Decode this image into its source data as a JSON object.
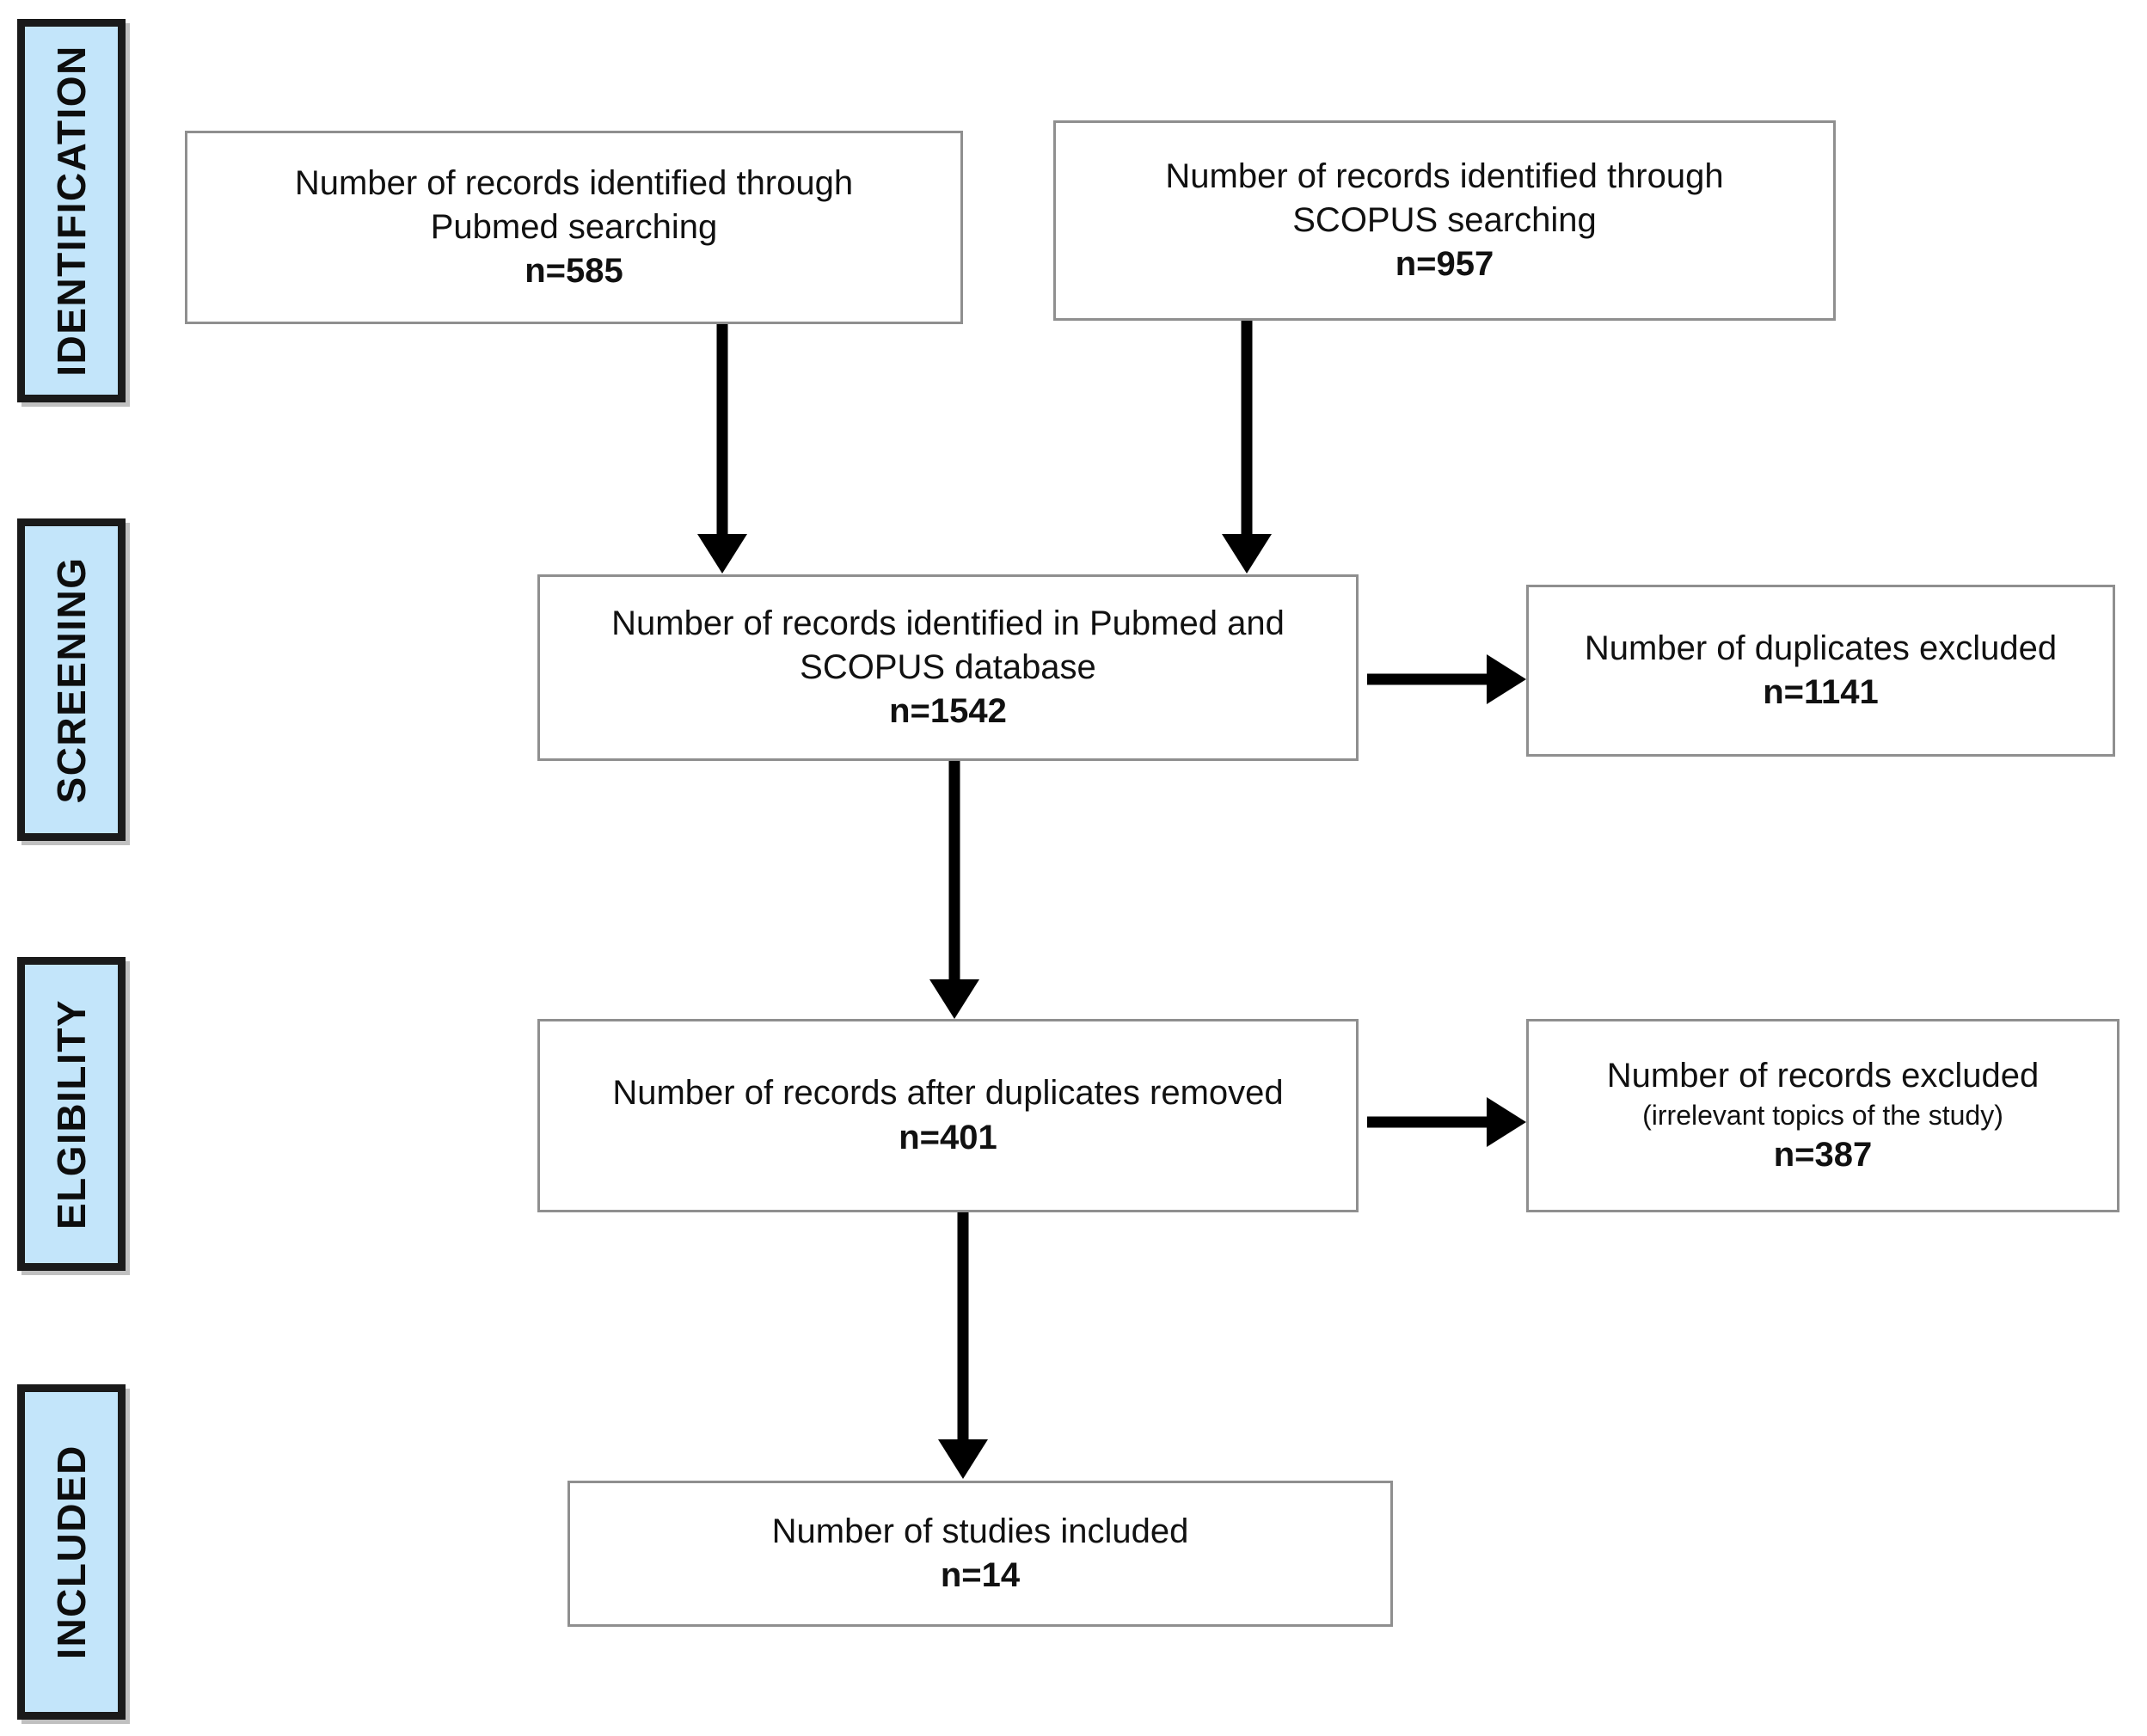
{
  "diagram": {
    "title": "PRISMA study selection flow diagram",
    "colors": {
      "stage_fill": "#c3e5fa",
      "stage_border": "#1a1a1a",
      "box_border": "#8f8f8f",
      "box_fill": "#ffffff",
      "arrow": "#000000",
      "text": "#111111"
    }
  },
  "stages": [
    {
      "id": "identification",
      "label": "IDENTIFICATION"
    },
    {
      "id": "screening",
      "label": "SCREENING"
    },
    {
      "id": "elgibility",
      "label": "ELGIBILITY"
    },
    {
      "id": "included",
      "label": "INCLUDED"
    }
  ],
  "boxes": {
    "pubmed": {
      "line1": "Number of records identified through",
      "line2": "Pubmed searching",
      "count": "n=585"
    },
    "scopus": {
      "line1": "Number of records identified through",
      "line2": "SCOPUS searching",
      "count": "n=957"
    },
    "combined": {
      "line1": "Number of records identified in Pubmed and",
      "line2": "SCOPUS database",
      "count": "n=1542"
    },
    "duplicates_excluded": {
      "line1": "Number of duplicates excluded",
      "count": "n=1141"
    },
    "after_duplicates": {
      "line1": "Number of records after duplicates removed",
      "count": "n=401"
    },
    "records_excluded": {
      "line1": "Number of records excluded",
      "line2": "(irrelevant topics of the study)",
      "count": "n=387"
    },
    "studies_included": {
      "line1": "Number of studies included",
      "count": "n=14"
    }
  },
  "chart_data": {
    "type": "diagram",
    "title": "PRISMA flow diagram",
    "nodes": [
      {
        "id": "pubmed",
        "stage": "IDENTIFICATION",
        "label": "Number of records identified through Pubmed searching",
        "n": 585
      },
      {
        "id": "scopus",
        "stage": "IDENTIFICATION",
        "label": "Number of records identified through SCOPUS searching",
        "n": 957
      },
      {
        "id": "combined",
        "stage": "SCREENING",
        "label": "Number of records identified in Pubmed and SCOPUS database",
        "n": 1542
      },
      {
        "id": "duplicates_excluded",
        "stage": "SCREENING",
        "label": "Number of duplicates excluded",
        "n": 1141
      },
      {
        "id": "after_duplicates",
        "stage": "ELGIBILITY",
        "label": "Number of records after duplicates removed",
        "n": 401
      },
      {
        "id": "records_excluded",
        "stage": "ELGIBILITY",
        "label": "Number of records excluded (irrelevant topics of the study)",
        "n": 387
      },
      {
        "id": "studies_included",
        "stage": "INCLUDED",
        "label": "Number of studies included",
        "n": 14
      }
    ],
    "edges": [
      {
        "from": "pubmed",
        "to": "combined",
        "direction": "down"
      },
      {
        "from": "scopus",
        "to": "combined",
        "direction": "down"
      },
      {
        "from": "combined",
        "to": "duplicates_excluded",
        "direction": "right"
      },
      {
        "from": "combined",
        "to": "after_duplicates",
        "direction": "down"
      },
      {
        "from": "after_duplicates",
        "to": "records_excluded",
        "direction": "right"
      },
      {
        "from": "after_duplicates",
        "to": "studies_included",
        "direction": "down"
      }
    ]
  }
}
